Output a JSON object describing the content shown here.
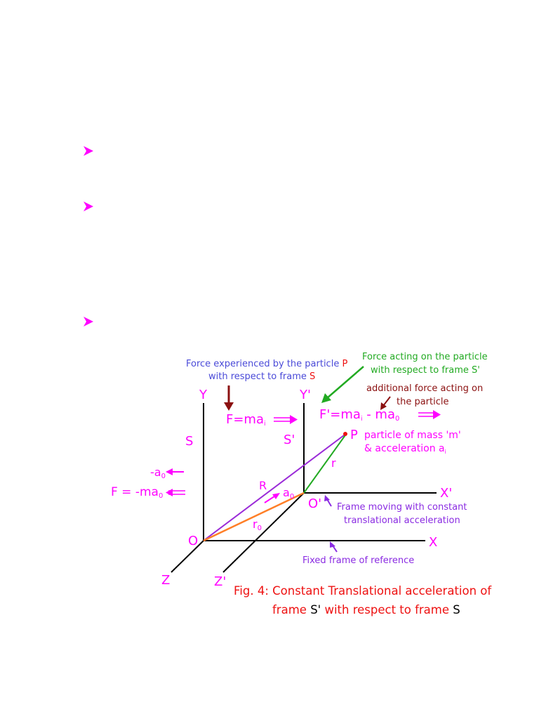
{
  "bullets": [
    {
      "marker": "arrowhead",
      "color": "#ff00ff"
    },
    {
      "marker": "arrowhead",
      "color": "#ff00ff"
    },
    {
      "marker": "arrowhead",
      "color": "#ff00ff"
    }
  ],
  "colors": {
    "pink": "#ff00ff",
    "blue": "#4a4ad8",
    "red": "#ee1111",
    "green": "#22aa22",
    "maroon": "#8b1010",
    "purple": "#9a2bd8",
    "violet": "#8a2be2",
    "orange": "#ff7f27",
    "black": "#000000"
  },
  "figure": {
    "note_s": {
      "line1_prefix": "Force experienced by the particle ",
      "particle": "P",
      "line2_prefix": "with respect to frame ",
      "frame": "S"
    },
    "note_s_prime": {
      "line1": "Force acting on the particle",
      "line2": "with respect to frame S'"
    },
    "note_additional": {
      "line1": "additional force acting on",
      "line2": "the particle"
    },
    "axis_labels": {
      "Y": "Y",
      "Y_prime": "Y'",
      "X": "X",
      "X_prime": "X'",
      "Z": "Z",
      "Z_prime": "Z'",
      "O": "O",
      "O_prime": "O'",
      "S": "S",
      "S_prime": "S'"
    },
    "eq_F": {
      "base": "F=ma",
      "sub": "i"
    },
    "eq_F_prime": {
      "part1": "F'=ma",
      "sub1": "i",
      "part2": " - ma",
      "sub2": "0"
    },
    "neg_a0": {
      "base": "-a",
      "sub": "0"
    },
    "F_neg": {
      "base": "F = -ma",
      "sub": "0"
    },
    "particle": {
      "label": "P",
      "line1": "particle of mass 'm'",
      "line2_prefix": "& acceleration a",
      "line2_sub": "i"
    },
    "vec_r": "r",
    "vec_R": "R",
    "vec_r0": {
      "base": "r",
      "sub": "0"
    },
    "vec_a0": {
      "base": "a",
      "sub": "0"
    },
    "moving_frame": {
      "line1": "Frame moving with constant",
      "line2": "translational acceleration"
    },
    "fixed_frame": "Fixed frame of reference",
    "caption": {
      "line1": "Fig. 4: Constant Translational acceleration of",
      "line2_a": "frame ",
      "line2_b": "S'",
      "line2_c": " with respect to frame ",
      "line2_d": "S"
    }
  }
}
